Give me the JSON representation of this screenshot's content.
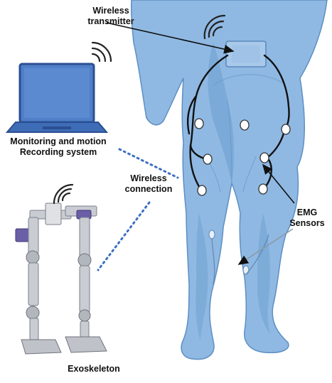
{
  "labels": {
    "wireless_transmitter": [
      "Wireless",
      "transmitter"
    ],
    "monitoring": [
      "Monitoring and motion",
      "Recording system"
    ],
    "wireless_connection": [
      "Wireless",
      "connection"
    ],
    "emg_sensors": [
      "EMG",
      "Sensors"
    ],
    "exoskeleton": "Exoskeleton"
  },
  "colors": {
    "body_fill": "#8fb9e3",
    "body_shade": "#6e9fd0",
    "body_outline": "#5d8fc2",
    "cable": "#111111",
    "sensor": "#ffffff",
    "laptop_fill": "#4f7fc8",
    "laptop_frame": "#2b4f93",
    "link_dots": "#3f6fc4",
    "exo_metal": "#c9ccd2",
    "exo_dark": "#7b7f88",
    "exo_battery": "#6b5fa8"
  },
  "icons": [
    "wifi-icon",
    "laptop-icon",
    "exoskeleton-icon",
    "human-body-icon",
    "emg-sensor-icon",
    "transmitter-icon"
  ]
}
